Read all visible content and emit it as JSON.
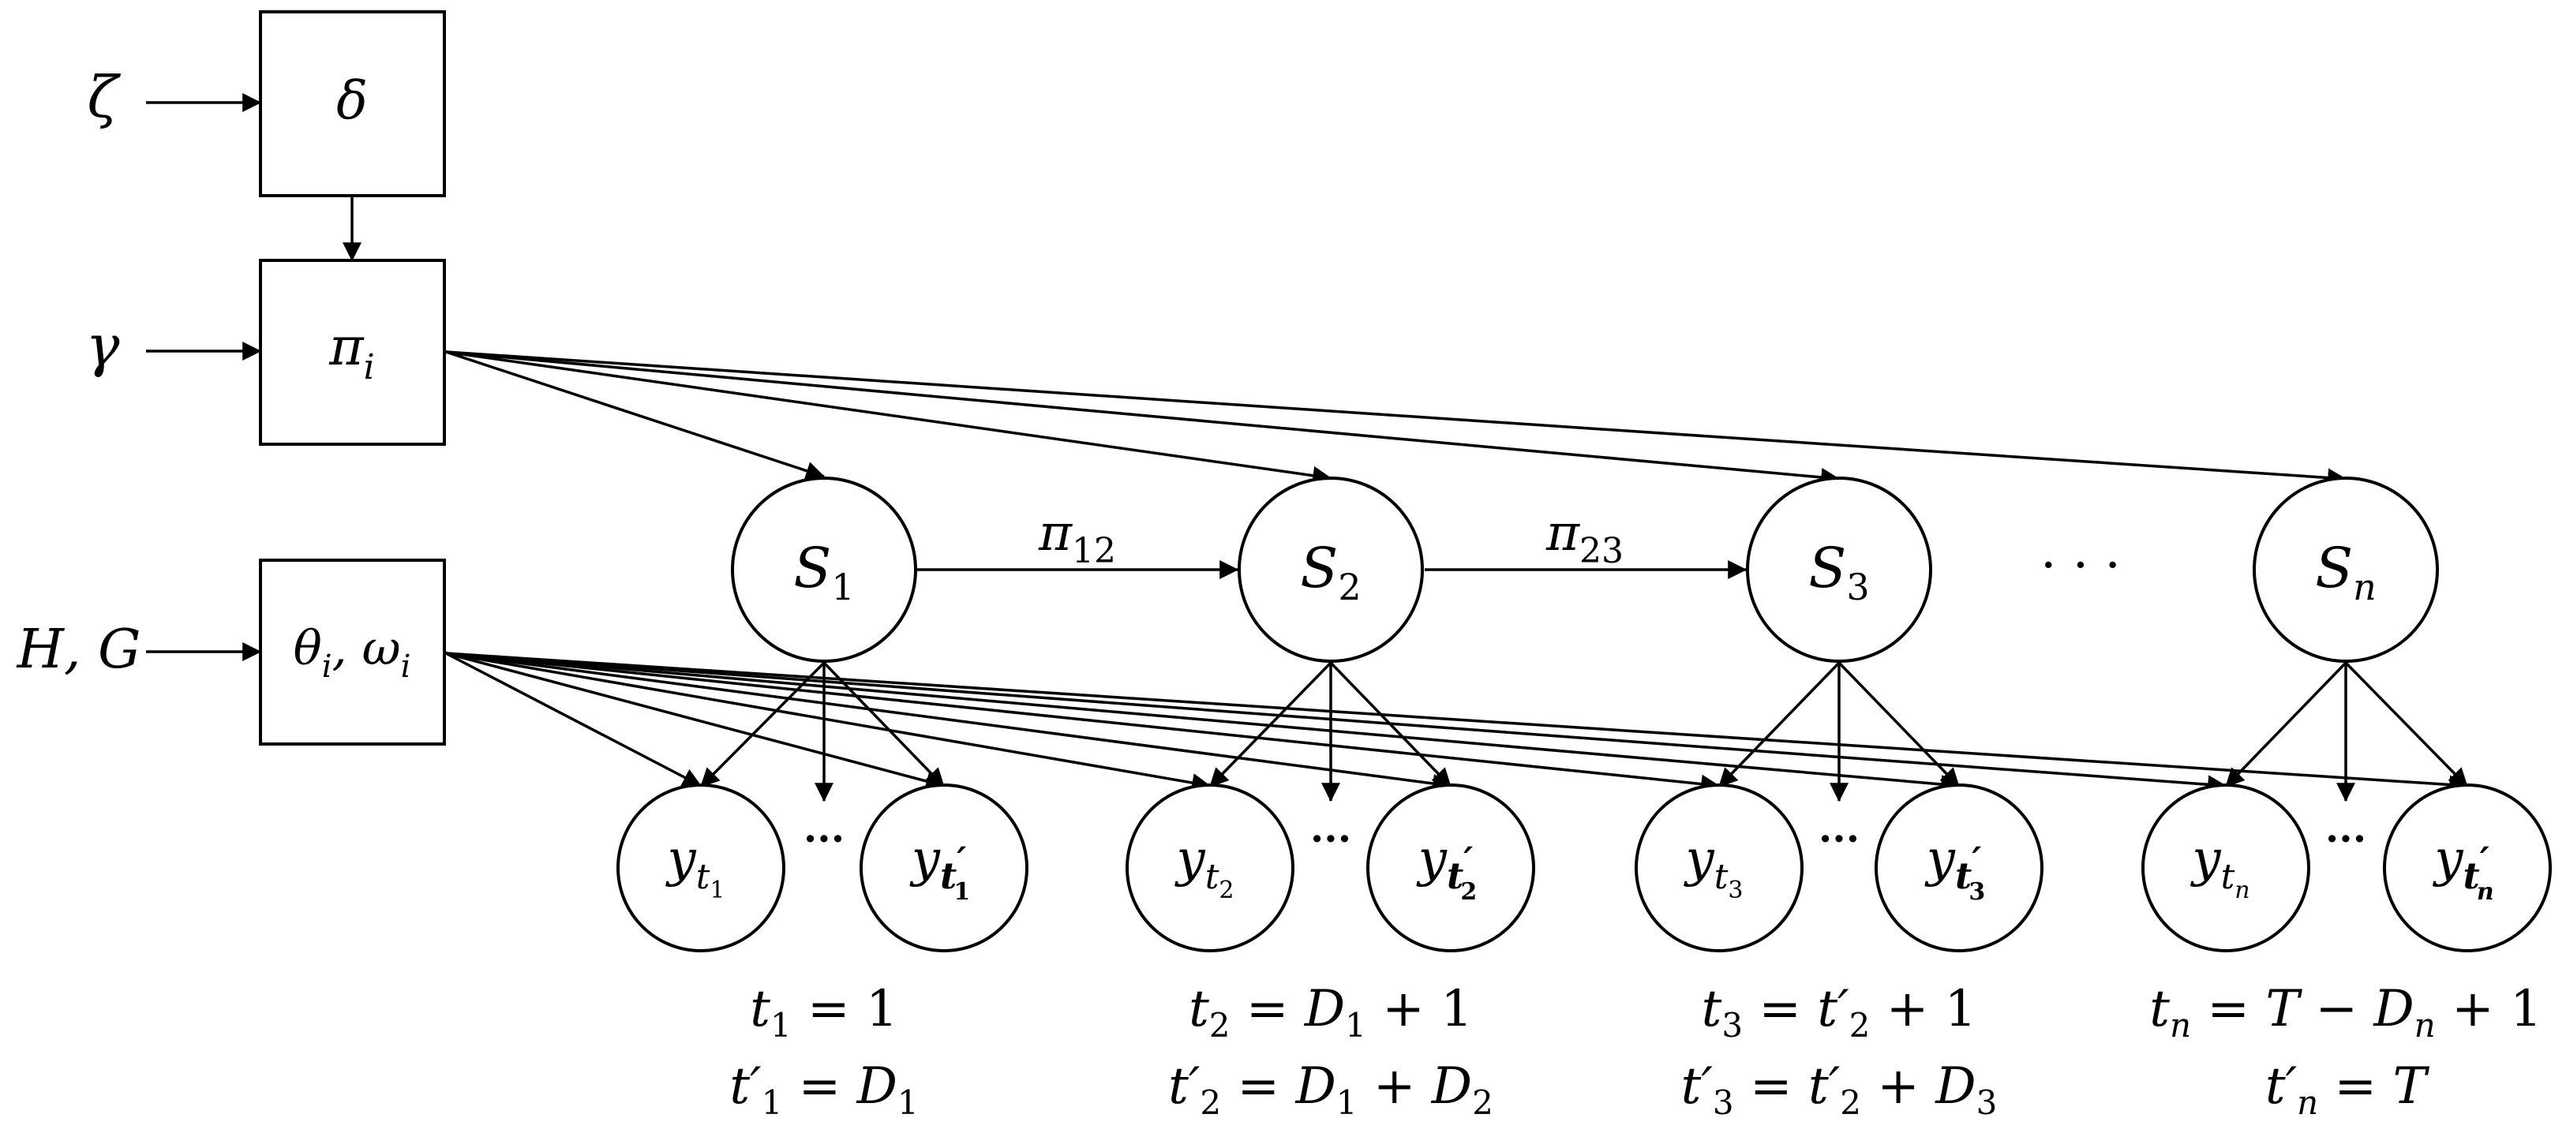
{
  "inputs": {
    "zeta": "ζ",
    "gamma": "γ",
    "hg": "H, G"
  },
  "boxes": {
    "delta": "δ",
    "pi": "π",
    "pi_sub": "i",
    "theta": "θ",
    "theta_sub": "i",
    "theta_sep": ", ω",
    "omega_sub": "i"
  },
  "transitions": {
    "t12": "π",
    "t12_sub": "12",
    "t23": "π",
    "t23_sub": "23"
  },
  "states": [
    {
      "base": "S",
      "sub": "1"
    },
    {
      "base": "S",
      "sub": "2"
    },
    {
      "base": "S",
      "sub": "3"
    },
    {
      "base": "S",
      "sub": "n"
    }
  ],
  "state_ellipsis": "· · ·",
  "observations": [
    {
      "base": "y",
      "sub": "t",
      "subsub": "1",
      "prime": ""
    },
    {
      "base": "y",
      "sub": "t",
      "subsub": "1",
      "prime": "′"
    },
    {
      "base": "y",
      "sub": "t",
      "subsub": "2",
      "prime": ""
    },
    {
      "base": "y",
      "sub": "t",
      "subsub": "2",
      "prime": "′"
    },
    {
      "base": "y",
      "sub": "t",
      "subsub": "3",
      "prime": ""
    },
    {
      "base": "y",
      "sub": "t",
      "subsub": "3",
      "prime": "′"
    },
    {
      "base": "y",
      "sub": "t",
      "subsub": "n",
      "prime": ""
    },
    {
      "base": "y",
      "sub": "t",
      "subsub": "n",
      "prime": "′"
    }
  ],
  "obs_ellipsis": "···",
  "formulas": [
    {
      "line1": {
        "lhs": "t",
        "sub": "1",
        "rest": " = 1"
      },
      "line2": {
        "lhs": "t′",
        "sub": "1",
        "rest": " = D",
        "rsub": "1",
        "tail": ""
      }
    },
    {
      "line1": {
        "lhs": "t",
        "sub": "2",
        "rest": " = D",
        "rsub": "1",
        "tail": " + 1"
      },
      "line2": {
        "lhs": "t′",
        "sub": "2",
        "rest": " = D",
        "rsub": "1",
        "tail": " + D",
        "tsub": "2"
      }
    },
    {
      "line1": {
        "lhs": "t",
        "sub": "3",
        "rest": " = t′",
        "rsub": "2",
        "tail": " + 1"
      },
      "line2": {
        "lhs": "t′",
        "sub": "3",
        "rest": " = t′",
        "rsub": "2",
        "tail": " + D",
        "tsub": "3"
      }
    },
    {
      "line1": {
        "lhs": "t",
        "sub": "n",
        "rest": " = T − D",
        "rsub": "n",
        "tail": " + 1"
      },
      "line2": {
        "lhs": "t′",
        "sub": "n",
        "rest": " = T",
        "rsub": "",
        "tail": ""
      }
    }
  ]
}
